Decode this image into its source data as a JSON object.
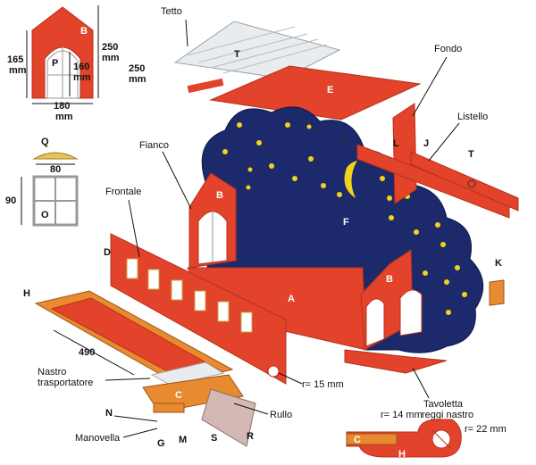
{
  "labels": {
    "tetto": "Tetto",
    "fondo": "Fondo",
    "listello": "Listello",
    "fianco": "Fianco",
    "frontale": "Frontale",
    "nastro": [
      "Nastro",
      "trasportatore"
    ],
    "manovella": "Manovella",
    "rullo": "Rullo",
    "tavoletta": [
      "Tavoletta",
      "reggi nastro"
    ]
  },
  "parts": {
    "A": "A",
    "B": "B",
    "C": "C",
    "D": "D",
    "E": "E",
    "F": "F",
    "G": "G",
    "H": "H",
    "J": "J",
    "K": "K",
    "L": "L",
    "M": "M",
    "N": "N",
    "O": "O",
    "P": "P",
    "Q": "Q",
    "R": "R",
    "S": "S",
    "T": "T"
  },
  "dimensions": {
    "d165": "165",
    "d160": "160",
    "d250": "250",
    "d250b": "250",
    "d180": "180",
    "d80": "80",
    "d90": "90",
    "d490": "490",
    "mm": "mm",
    "r15": "r= 15 mm",
    "r14": "r= 14 mm",
    "r22": "r= 22 mm"
  },
  "colors": {
    "red": "#e2432a",
    "red_dark": "#b7311d",
    "navy": "#1c2a6b",
    "star": "#f4d21a",
    "orange": "#e88a2f",
    "roof": "#e9ecef"
  }
}
